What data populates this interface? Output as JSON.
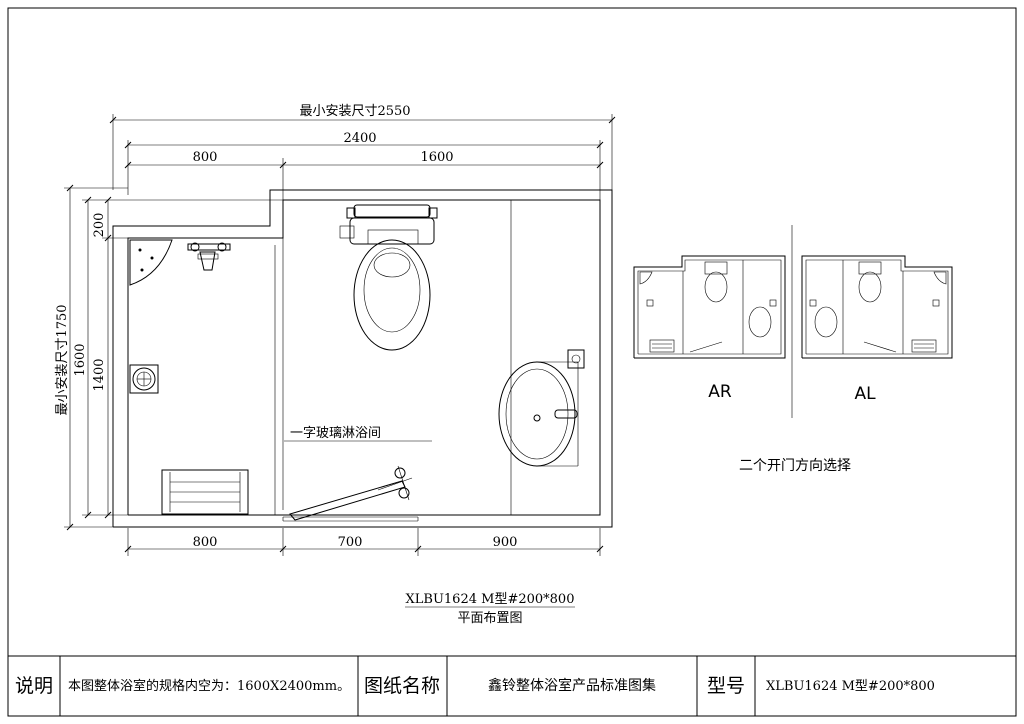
{
  "plan": {
    "dims": {
      "min_install_width": "最小安装尺寸2550",
      "overall_width": "2400",
      "top_left": "800",
      "top_right": "1600",
      "bottom_left": "800",
      "bottom_mid": "700",
      "bottom_right": "900",
      "min_install_height": "最小安装尺寸1750",
      "height_1600": "1600",
      "height_1400": "1400",
      "height_200": "200"
    },
    "shower_label": "一字玻璃淋浴间",
    "model_code": "XLBU1624 M型#200*800",
    "caption": "平面布置图"
  },
  "variants": {
    "ar_label": "AR",
    "al_label": "AL",
    "caption": "二个开门方向选择"
  },
  "title_block": {
    "notes_label": "说明",
    "notes_text": "本图整体浴室的规格内空为：1600X2400mm。",
    "drawing_name_label": "图纸名称",
    "drawing_name": "鑫铃整体浴室产品标准图集",
    "model_label": "型号",
    "model_value": "XLBU1624 M型#200*800"
  }
}
